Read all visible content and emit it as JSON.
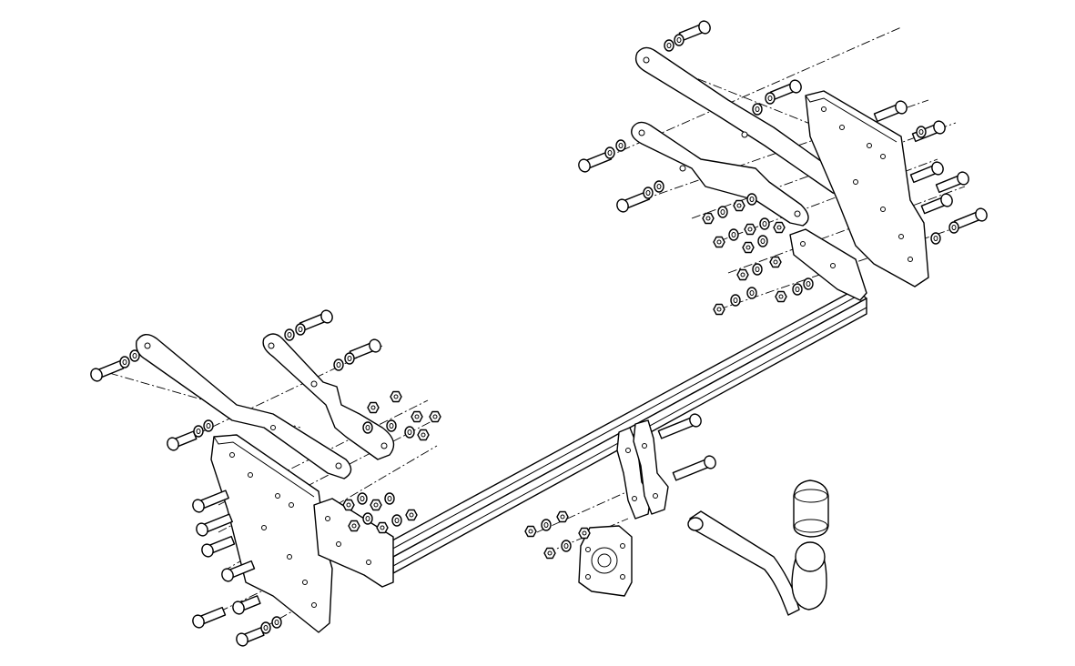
{
  "diagram": {
    "kind": "exploded-view",
    "line_color": "#000000",
    "background": "#ffffff",
    "components": [
      "crossbar",
      "left-side-bracket",
      "left-mounting-plate",
      "left-upper-plate",
      "right-side-bracket",
      "right-mounting-plate",
      "right-upper-plate",
      "center-tow-brackets",
      "socket-plate",
      "detachable-tow-ball",
      "bolts",
      "nuts",
      "washers"
    ],
    "text_labels": []
  }
}
